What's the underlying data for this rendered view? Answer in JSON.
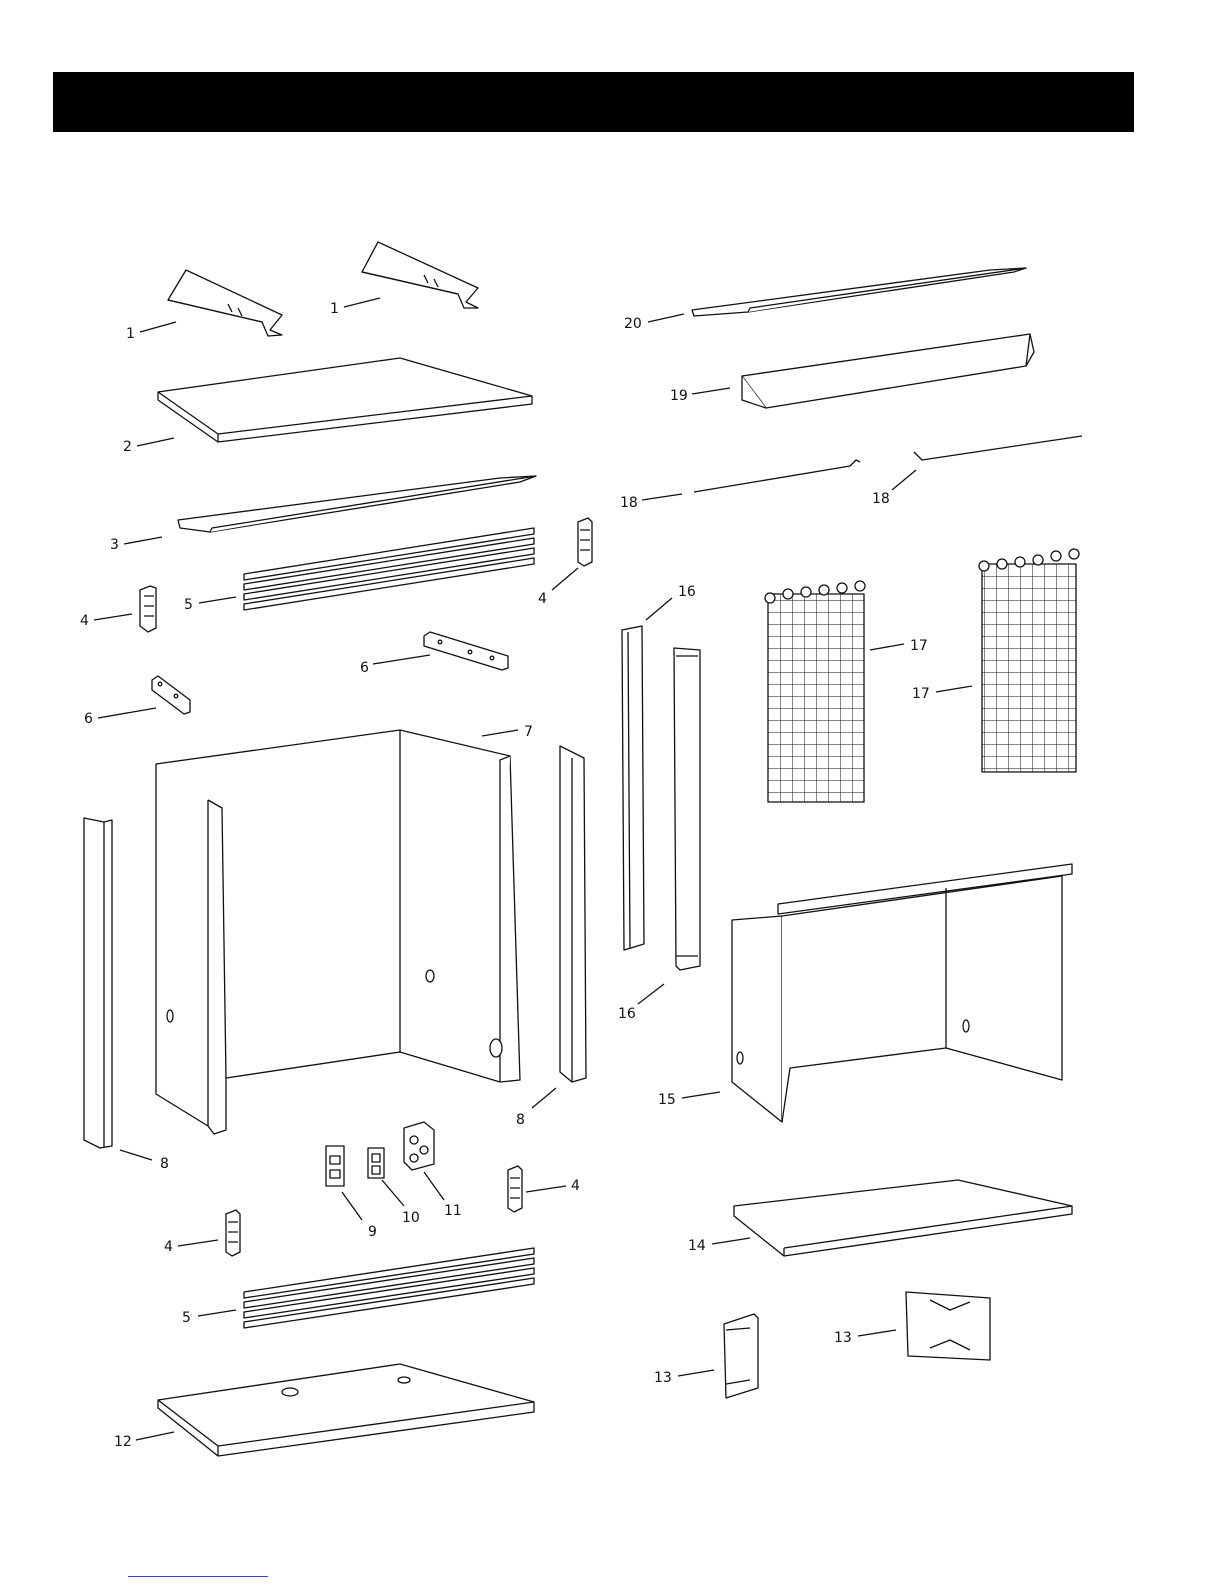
{
  "header": {
    "background": "#000000"
  },
  "callouts": [
    {
      "id": "c1a",
      "label": "1"
    },
    {
      "id": "c1b",
      "label": "1"
    },
    {
      "id": "c2",
      "label": "2"
    },
    {
      "id": "c3",
      "label": "3"
    },
    {
      "id": "c4a",
      "label": "4"
    },
    {
      "id": "c4b",
      "label": "4"
    },
    {
      "id": "c4c",
      "label": "4"
    },
    {
      "id": "c4d",
      "label": "4"
    },
    {
      "id": "c5a",
      "label": "5"
    },
    {
      "id": "c5b",
      "label": "5"
    },
    {
      "id": "c6a",
      "label": "6"
    },
    {
      "id": "c6b",
      "label": "6"
    },
    {
      "id": "c7",
      "label": "7"
    },
    {
      "id": "c8a",
      "label": "8"
    },
    {
      "id": "c8b",
      "label": "8"
    },
    {
      "id": "c9",
      "label": "9"
    },
    {
      "id": "c10",
      "label": "10"
    },
    {
      "id": "c11",
      "label": "11"
    },
    {
      "id": "c12",
      "label": "12"
    },
    {
      "id": "c13a",
      "label": "13"
    },
    {
      "id": "c13b",
      "label": "13"
    },
    {
      "id": "c14",
      "label": "14"
    },
    {
      "id": "c15",
      "label": "15"
    },
    {
      "id": "c16a",
      "label": "16"
    },
    {
      "id": "c16b",
      "label": "16"
    },
    {
      "id": "c17a",
      "label": "17"
    },
    {
      "id": "c17b",
      "label": "17"
    },
    {
      "id": "c18a",
      "label": "18"
    },
    {
      "id": "c18b",
      "label": "18"
    },
    {
      "id": "c19",
      "label": "19"
    },
    {
      "id": "c20",
      "label": "20"
    }
  ]
}
